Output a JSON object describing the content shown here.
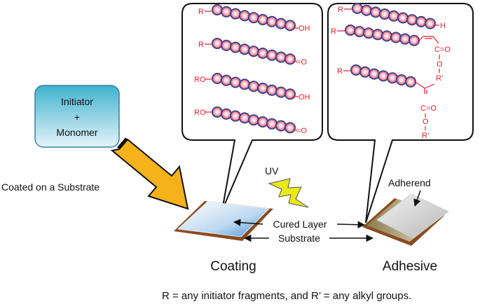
{
  "initiator_box": {
    "line1": "Initiator",
    "line2": "+",
    "line3": "Monomer"
  },
  "labels": {
    "coated_on_substrate": "Coated on a Substrate",
    "uv": "UV",
    "cured_layer": "Cured Layer",
    "substrate": "Substrate",
    "adherend": "Adherend",
    "coating": "Coating",
    "adhesive": "Adhesive",
    "footnote": "R = any initiator fragments, and R’ = any alkyl groups."
  },
  "coating_chains": [
    {
      "start": "R",
      "end": "OH"
    },
    {
      "start": "R",
      "end": "=O"
    },
    {
      "start": "RO",
      "end": "OH"
    },
    {
      "start": "RO",
      "end": "=O"
    }
  ],
  "adhesive_chains": {
    "chain1": {
      "start": "R",
      "end": "H"
    },
    "chain2": {
      "start": "R",
      "ester_carbon": "C=O",
      "ester_oxygen": "O",
      "alkyl": "R’"
    },
    "chain3": {
      "start": "R",
      "ester_carbon": "C=O",
      "ester_oxygen": "O",
      "alkyl": "R’"
    }
  },
  "colors": {
    "bead_edge": "#2b3f8c",
    "bead_red": "#e0203a",
    "chem_red": "#e0202e",
    "arrow_yellow": "#f6b21b",
    "substrate_brown": "#8b4a1f",
    "lightning": "#e8e81a"
  }
}
